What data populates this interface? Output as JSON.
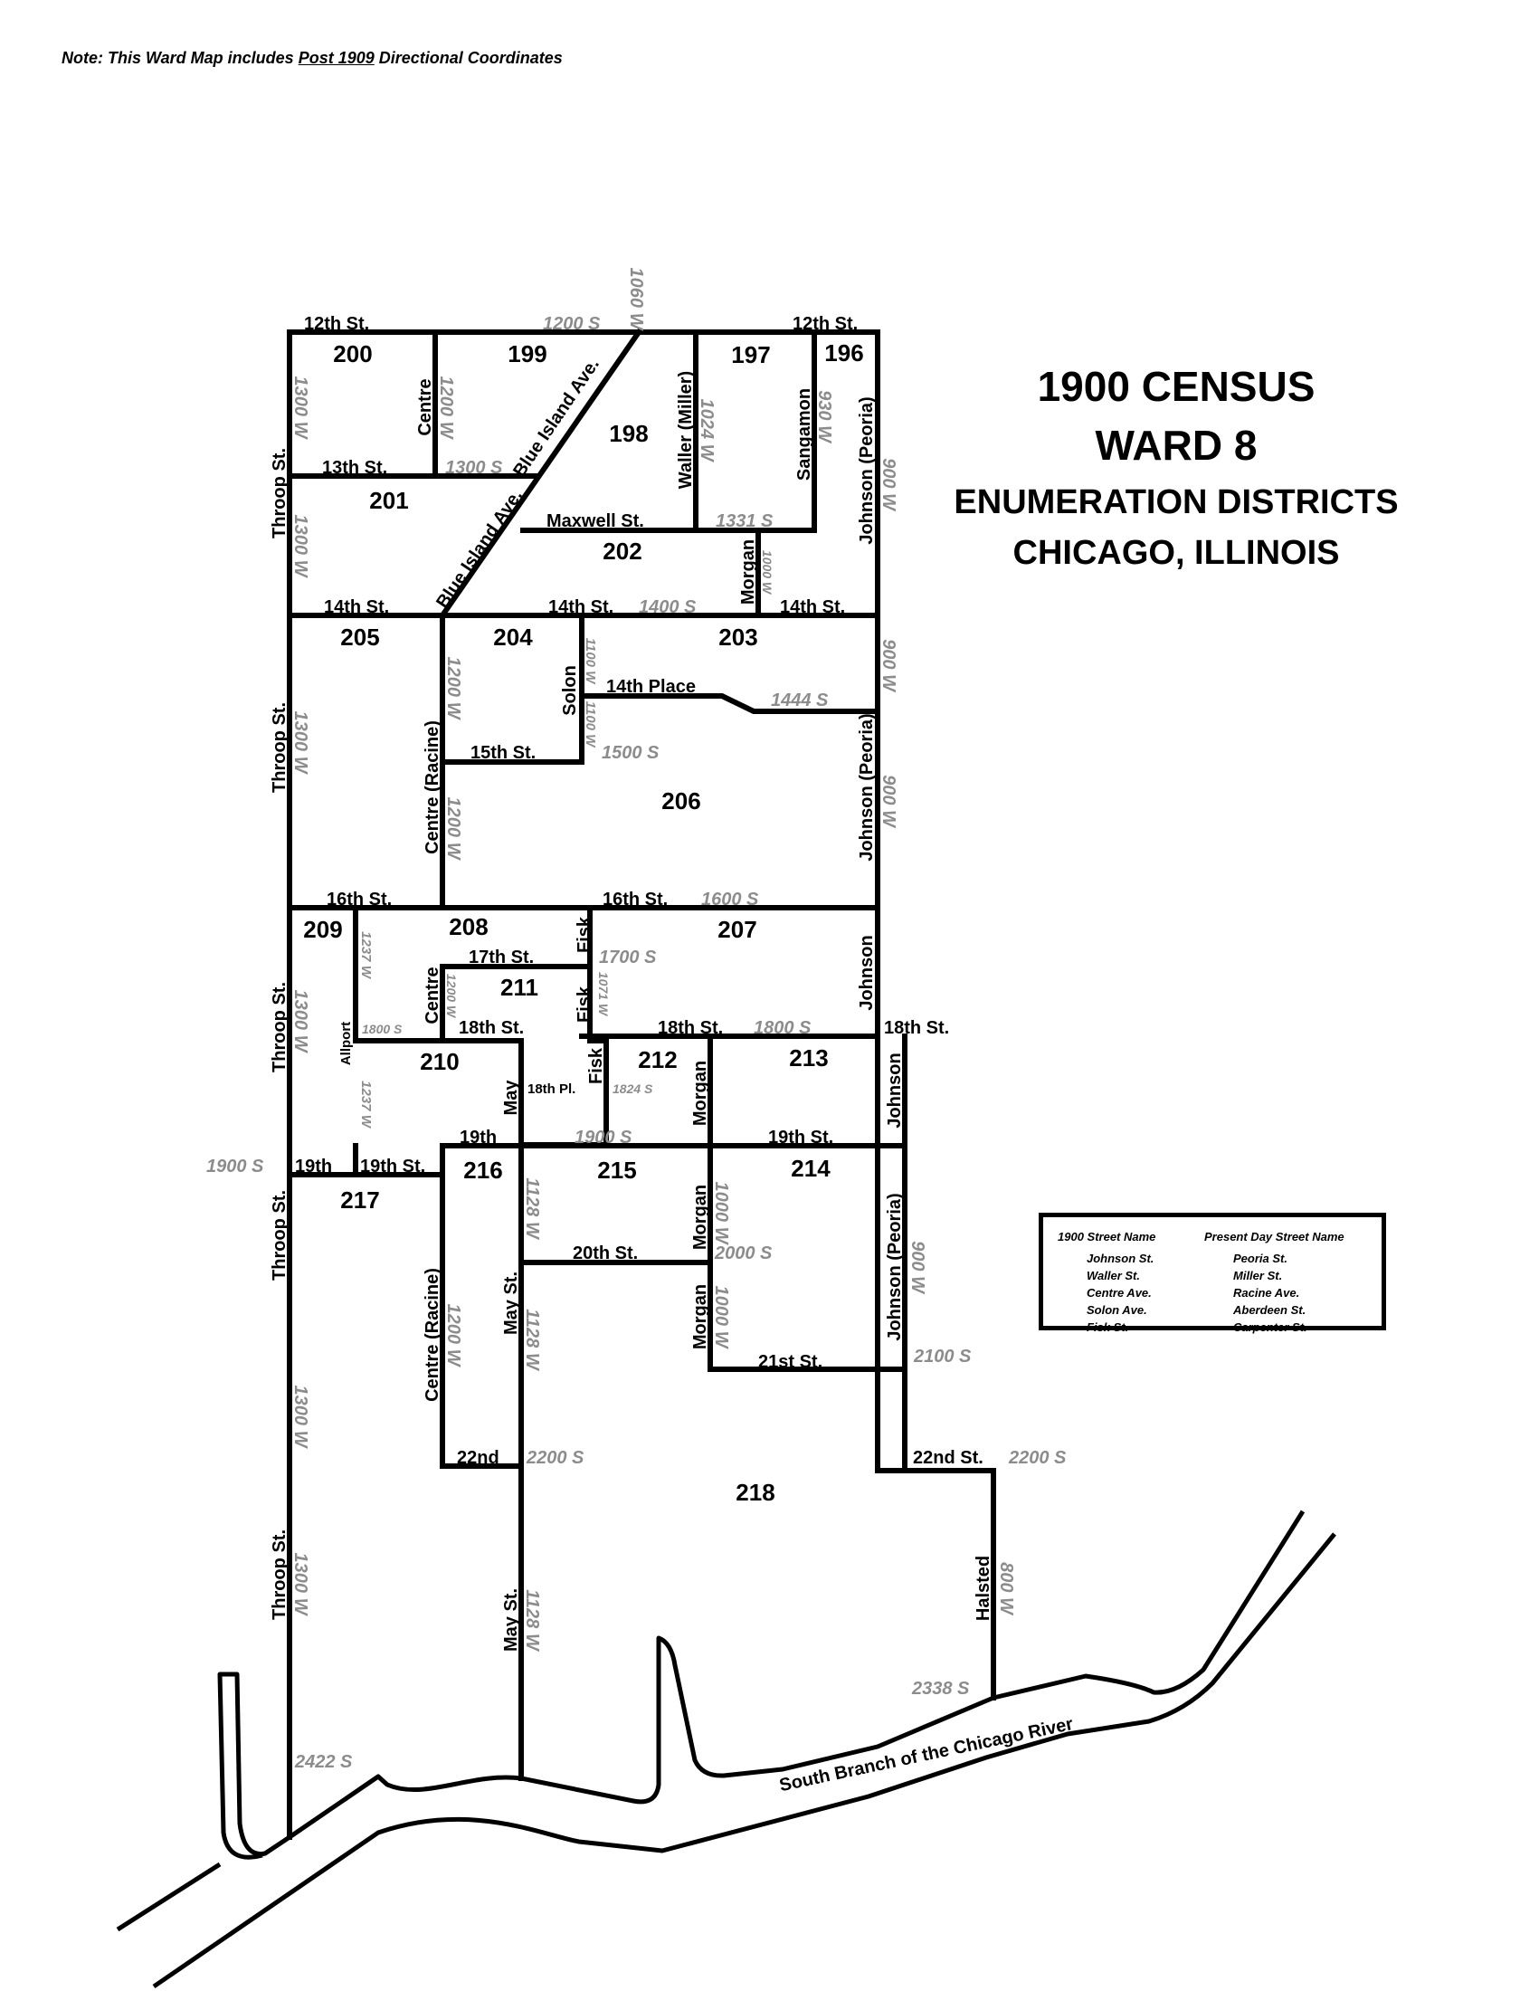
{
  "note": {
    "prefix": "Note:  This Ward Map includes ",
    "underlined": "Post 1909",
    "suffix": " Directional Coordinates"
  },
  "title": {
    "line1": "1900 CENSUS",
    "line2": "WARD 8",
    "line3": "ENUMERATION DISTRICTS",
    "line4": "CHICAGO, ILLINOIS"
  },
  "districts": [
    "196",
    "197",
    "198",
    "199",
    "200",
    "201",
    "202",
    "203",
    "204",
    "205",
    "206",
    "207",
    "208",
    "209",
    "210",
    "211",
    "212",
    "213",
    "214",
    "215",
    "216",
    "217",
    "218"
  ],
  "streets": {
    "s12th": "12th St.",
    "s13th": "13th St.",
    "s14th": "14th St.",
    "s14thPlace": "14th Place",
    "s15th": "15th St.",
    "s16th": "16th St.",
    "s17th": "17th St.",
    "s18th": "18th St.",
    "s18thPl": "18th Pl.",
    "s19th": "19th",
    "s19thSt": "19th St.",
    "s20th": "20th St.",
    "s21st": "21st St.",
    "s22nd": "22nd",
    "s22ndSt": "22nd St.",
    "maxwell": "Maxwell St.",
    "throop": "Throop St.",
    "centre": "Centre",
    "centreRacine": "Centre (Racine)",
    "blueIsland": "Blue Island Ave.",
    "waller": "Waller (Miller)",
    "sangamon": "Sangamon",
    "morgan": "Morgan",
    "johnson": "Johnson",
    "johnsonPeoria": "Johnson (Peoria)",
    "solon": "Solon",
    "fisk": "Fisk",
    "allport": "Allport",
    "may": "May",
    "maySt": "May St.",
    "halsted": "Halsted",
    "river": "South Branch of the Chicago River"
  },
  "coords": {
    "c1200S": "1200 S",
    "c1300S": "1300 S",
    "c1331S": "1331 S",
    "c1400S": "1400 S",
    "c1444S": "1444 S",
    "c1500S": "1500 S",
    "c1600S": "1600 S",
    "c1700S": "1700 S",
    "c1800S": "1800 S",
    "c1824S": "1824 S",
    "c1900S": "1900 S",
    "c2000S": "2000 S",
    "c2100S": "2100 S",
    "c2200S": "2200 S",
    "c2338S": "2338 S",
    "c2422S": "2422 S",
    "c1060W": "1060 W",
    "c1300W": "1300 W",
    "c1200W": "1200 W",
    "c1237W": "1237 W",
    "c1128W": "1128 W",
    "c1100W": "1100 W",
    "c1071W": "1071 W",
    "c1024W": "1024 W",
    "c1000W": "1000 W",
    "c930W": "930 W",
    "c900W": "900 W",
    "c800W": "800 W"
  },
  "legend": {
    "header_old": "1900 Street Name",
    "header_new": "Present Day Street Name",
    "rows": [
      {
        "old": "Johnson St.",
        "new": "Peoria St."
      },
      {
        "old": "Waller St.",
        "new": "Miller St."
      },
      {
        "old": "Centre Ave.",
        "new": "Racine Ave."
      },
      {
        "old": "Solon Ave.",
        "new": "Aberdeen St."
      },
      {
        "old": "Fisk St.",
        "new": "Carpenter St."
      }
    ]
  }
}
